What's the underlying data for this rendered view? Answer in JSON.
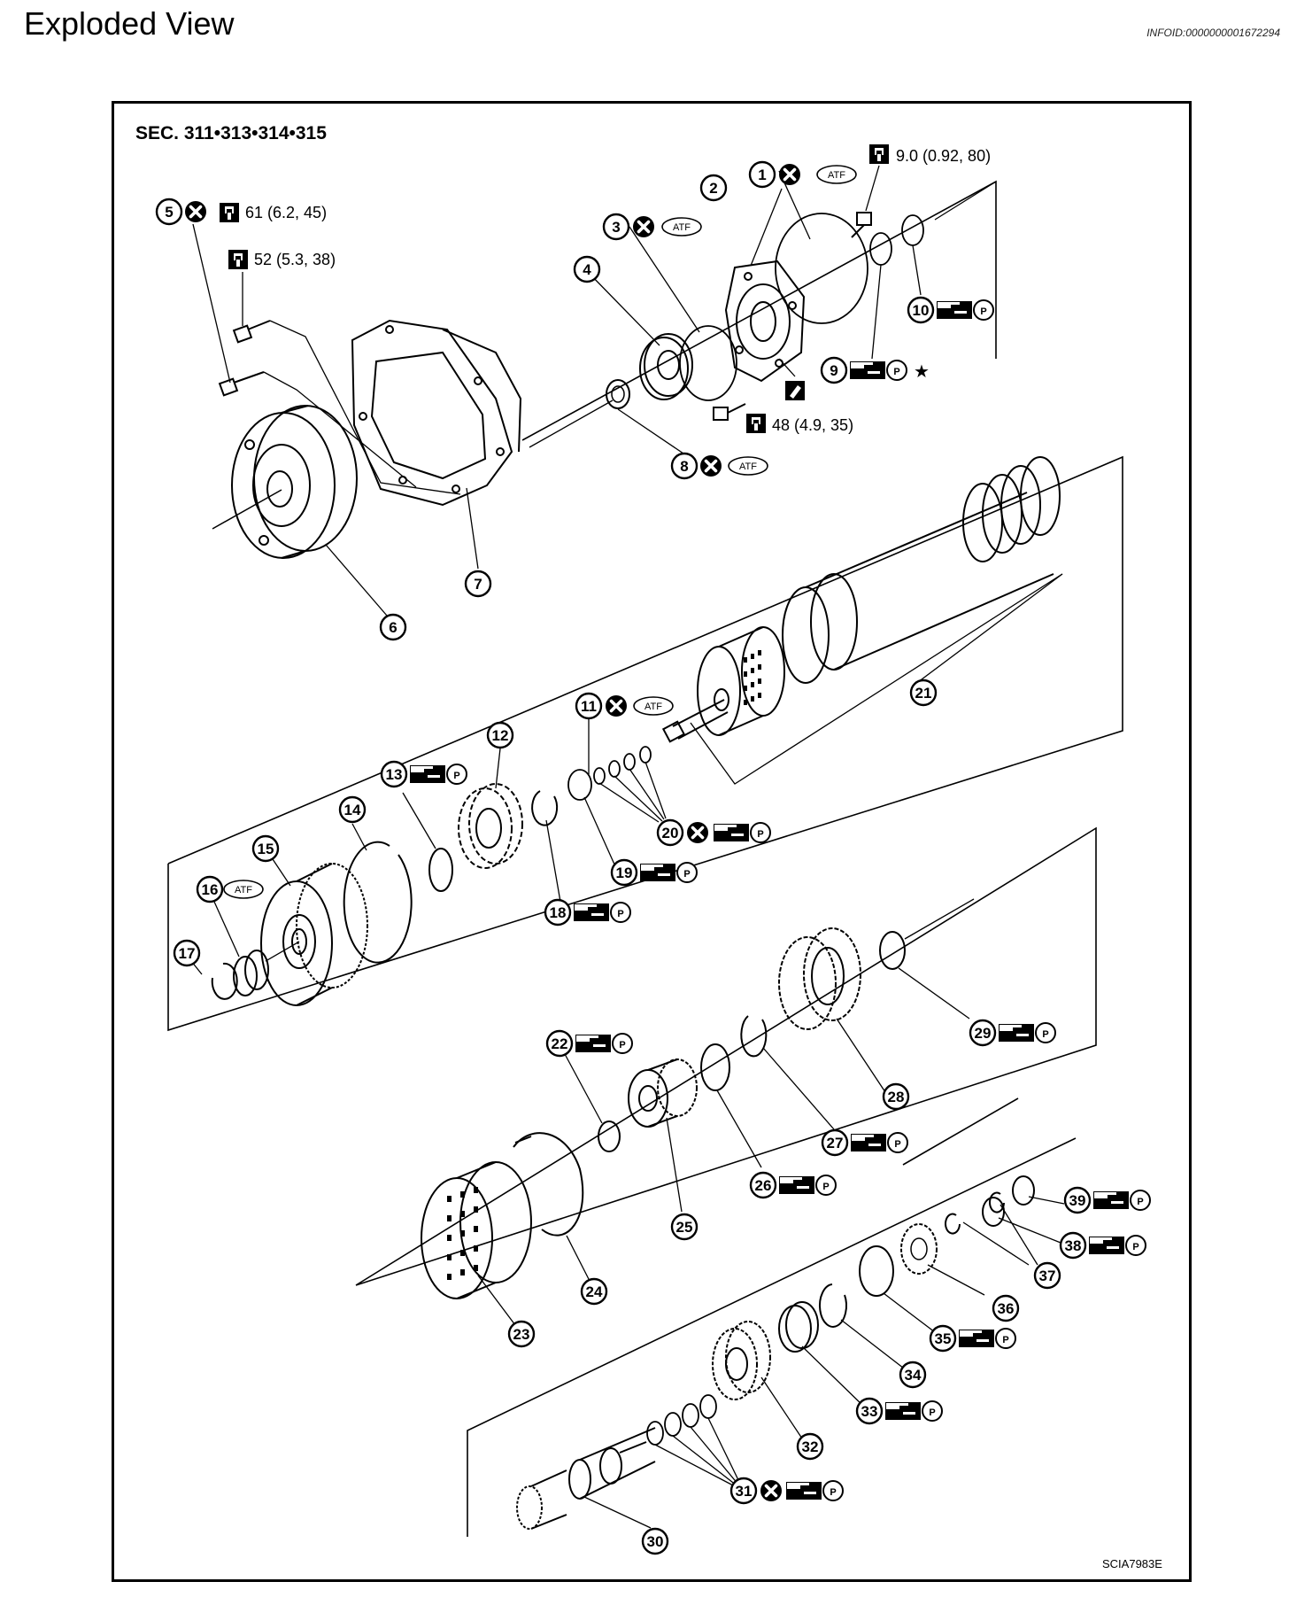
{
  "header": {
    "title": "Exploded View",
    "info_id": "INFOID:0000000001672294"
  },
  "diagram": {
    "section_label": "SEC. 311•313•314•315",
    "figure_code": "SCIA7983E",
    "symbols": {
      "atf": "ATF",
      "petroleum_jelly": "P",
      "star": "★"
    },
    "torques": [
      "9.0 (0.92, 80)",
      "61 (6.2, 45)",
      "52 (5.3, 38)",
      "48 (4.9, 35)"
    ],
    "callouts": [
      "1",
      "2",
      "3",
      "4",
      "5",
      "6",
      "7",
      "8",
      "9",
      "10",
      "11",
      "12",
      "13",
      "14",
      "15",
      "16",
      "17",
      "18",
      "19",
      "20",
      "21",
      "22",
      "23",
      "24",
      "25",
      "26",
      "27",
      "28",
      "29",
      "30",
      "31",
      "32",
      "33",
      "34",
      "35",
      "36",
      "37",
      "38",
      "39"
    ]
  }
}
